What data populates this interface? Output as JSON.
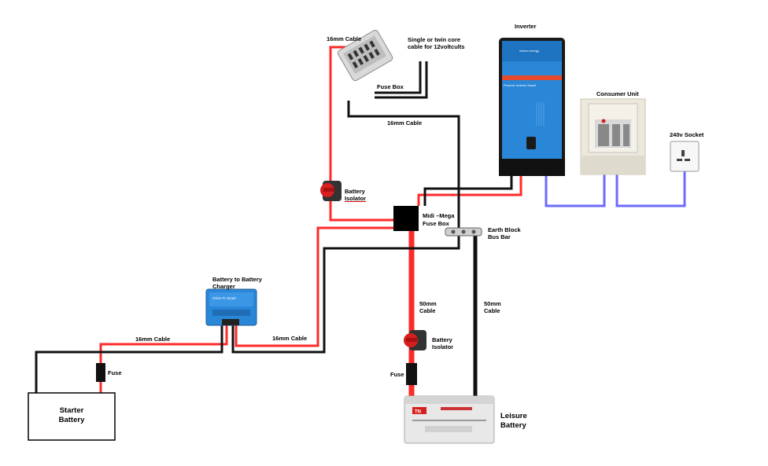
{
  "labels": {
    "inverter": "Inverter",
    "single_twin": "Single or twin core cable for 12voltcults",
    "fuse_box": "Fuse Box",
    "cable_16_top": "16mm Cable",
    "cable_16_mid": "16mm Cable",
    "cable_16_left": "16mm Cable",
    "cable_16_right": "16mm Cable",
    "consumer_unit": "Consumer Unit",
    "socket_240": "240v Socket",
    "battery_isolator_top": "Battery",
    "battery_isolator_top_2": "Isolator",
    "midi_mega_1": "Midi –Mega",
    "midi_mega_2": "Fuse Box",
    "earth_block_1": "Earth Block",
    "earth_block_2": "Bus Bar",
    "b2b_1": "Battery to Battery",
    "b2b_2": "Charger",
    "cable_50_left_1": "50mm",
    "cable_50_left_2": "Cable",
    "cable_50_right_1": "50mm",
    "cable_50_right_2": "Cable",
    "battery_isolator_bottom": "Battery",
    "battery_isolator_bottom_2": "Isolator",
    "fuse_left": "Fuse",
    "fuse_bottom": "Fuse",
    "starter_1": "Starter",
    "starter_2": "Battery",
    "leisure_1": "Leisure",
    "leisure_2": "Battery"
  },
  "device_text": {
    "inverter_brand": "victron energy",
    "inverter_model": "Phoenix Inverter Smart",
    "b2b_brand": "Orion-Tr Smart",
    "battery_brand": "TN"
  },
  "colors": {
    "positive": "#ff2a2a",
    "negative": "#111111",
    "ac": "#6b6bff",
    "victron_blue": "#2a86d6"
  }
}
